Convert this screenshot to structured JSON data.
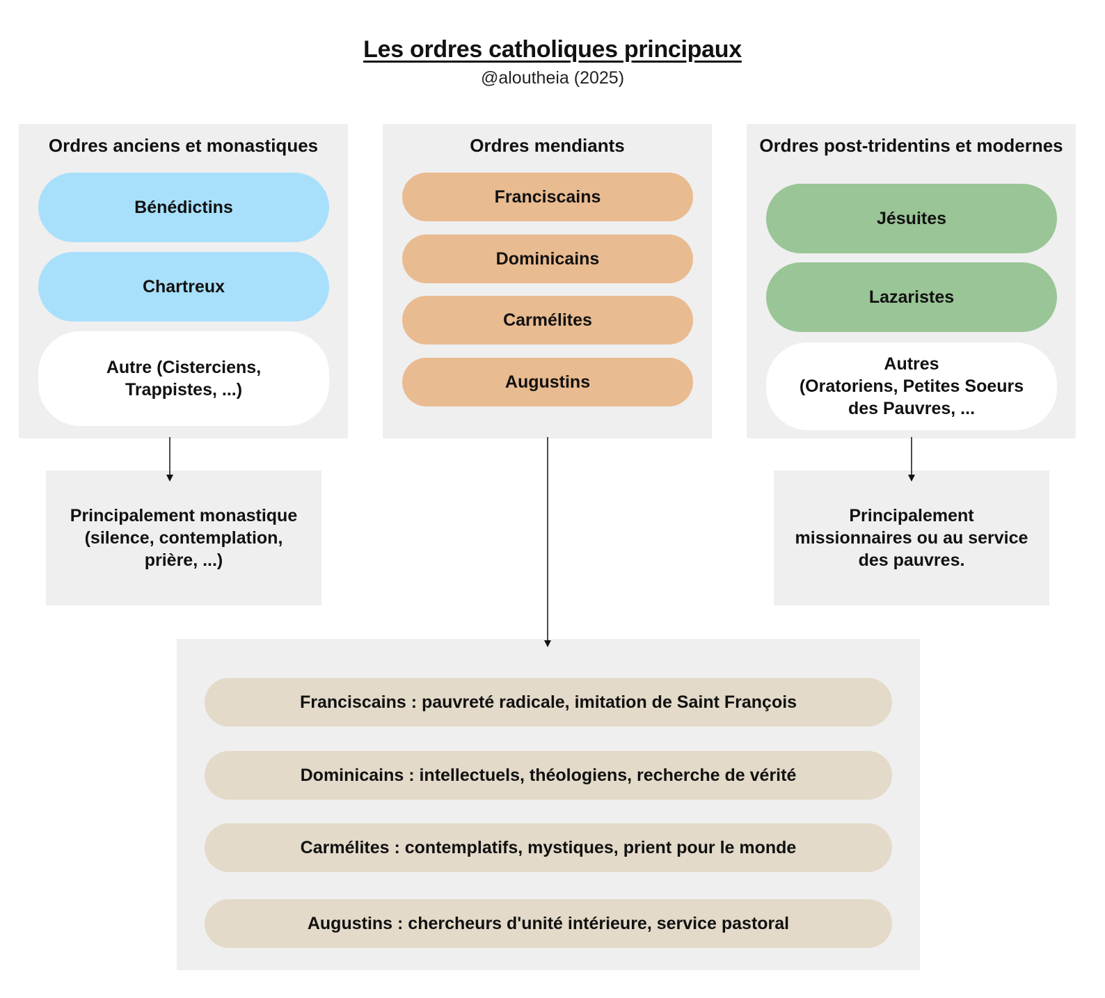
{
  "header": {
    "title": "Les ordres catholiques principaux",
    "subtitle": "@aloutheia (2025)"
  },
  "colors": {
    "panel_bg": "#efefef",
    "monastic_pill": "#a8e0fb",
    "mendicant_pill": "#e9bb90",
    "modern_pill": "#9ac596",
    "detail_pill": "#e3dac9",
    "other_pill": "#ffffff"
  },
  "columns": {
    "monastic": {
      "title": "Ordres anciens et monastiques",
      "items": [
        "Bénédictins",
        "Chartreux"
      ],
      "other": "Autre (Cisterciens,\nTrappistes, ...)",
      "note": "Principalement monastique\n(silence, contemplation,\nprière, ...)"
    },
    "mendicant": {
      "title": "Ordres mendiants",
      "items": [
        "Franciscains",
        "Dominicains",
        "Carmélites",
        "Augustins"
      ]
    },
    "modern": {
      "title": "Ordres post-tridentins et modernes",
      "items": [
        "Jésuites",
        "Lazaristes"
      ],
      "other": "Autres\n(Oratoriens, Petites Soeurs\ndes Pauvres, ...",
      "note": "Principalement\nmissionnaires ou au service\ndes pauvres."
    }
  },
  "details": [
    "Franciscains : pauvreté radicale, imitation de Saint François",
    "Dominicains : intellectuels, théologiens, recherche de vérité",
    "Carmélites : contemplatifs, mystiques, prient pour le monde",
    "Augustins : chercheurs d'unité intérieure, service pastoral"
  ]
}
